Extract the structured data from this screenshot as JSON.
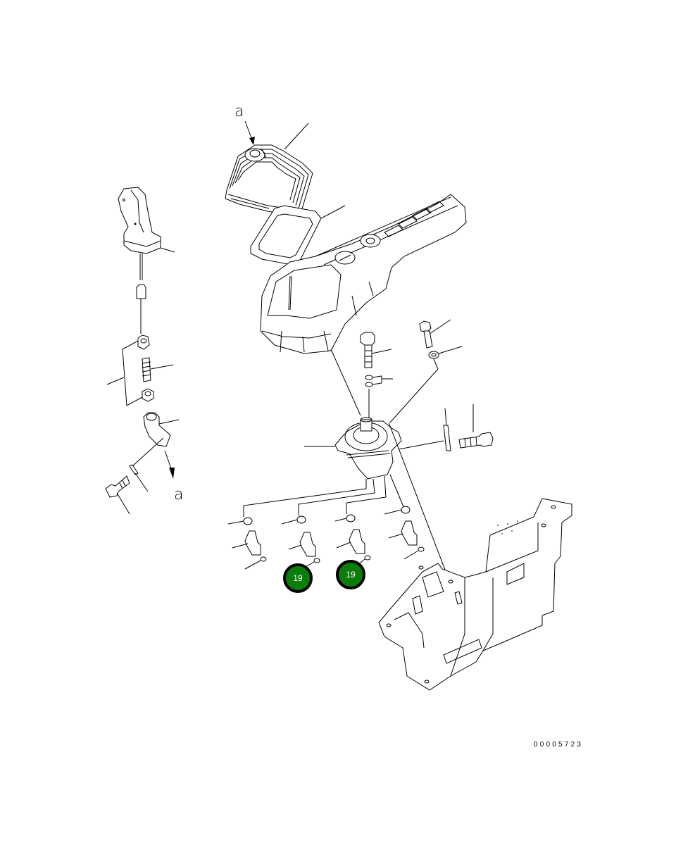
{
  "diagram": {
    "type": "exploded parts view",
    "subject": "control lever / joystick assembly with console and mounting bracket",
    "view_labels": [
      {
        "id": "view-a-top",
        "text": "a"
      },
      {
        "id": "view-a-bottom",
        "text": "a"
      }
    ],
    "callouts": [
      {
        "number": "19",
        "color": "#0a7d0a",
        "border_color": "#000000",
        "text_color": "#ffffff"
      },
      {
        "number": "19",
        "color": "#0a7d0a",
        "border_color": "#000000",
        "text_color": "#ffffff"
      }
    ],
    "drawing_number": "00005723",
    "parts": [
      "lever-knob-grip",
      "rubber-boot",
      "boot-plate",
      "console-cover",
      "hex-nut-upper",
      "adjuster-rod",
      "hex-nut-lower",
      "lever-joint",
      "washer",
      "bolt",
      "hex-bolt",
      "nipple-elbow",
      "cap-screw",
      "flat-washer",
      "pilot-valve",
      "split-pin",
      "mount-bolt",
      "o-rings",
      "hose-fittings",
      "mounting-bracket"
    ]
  }
}
